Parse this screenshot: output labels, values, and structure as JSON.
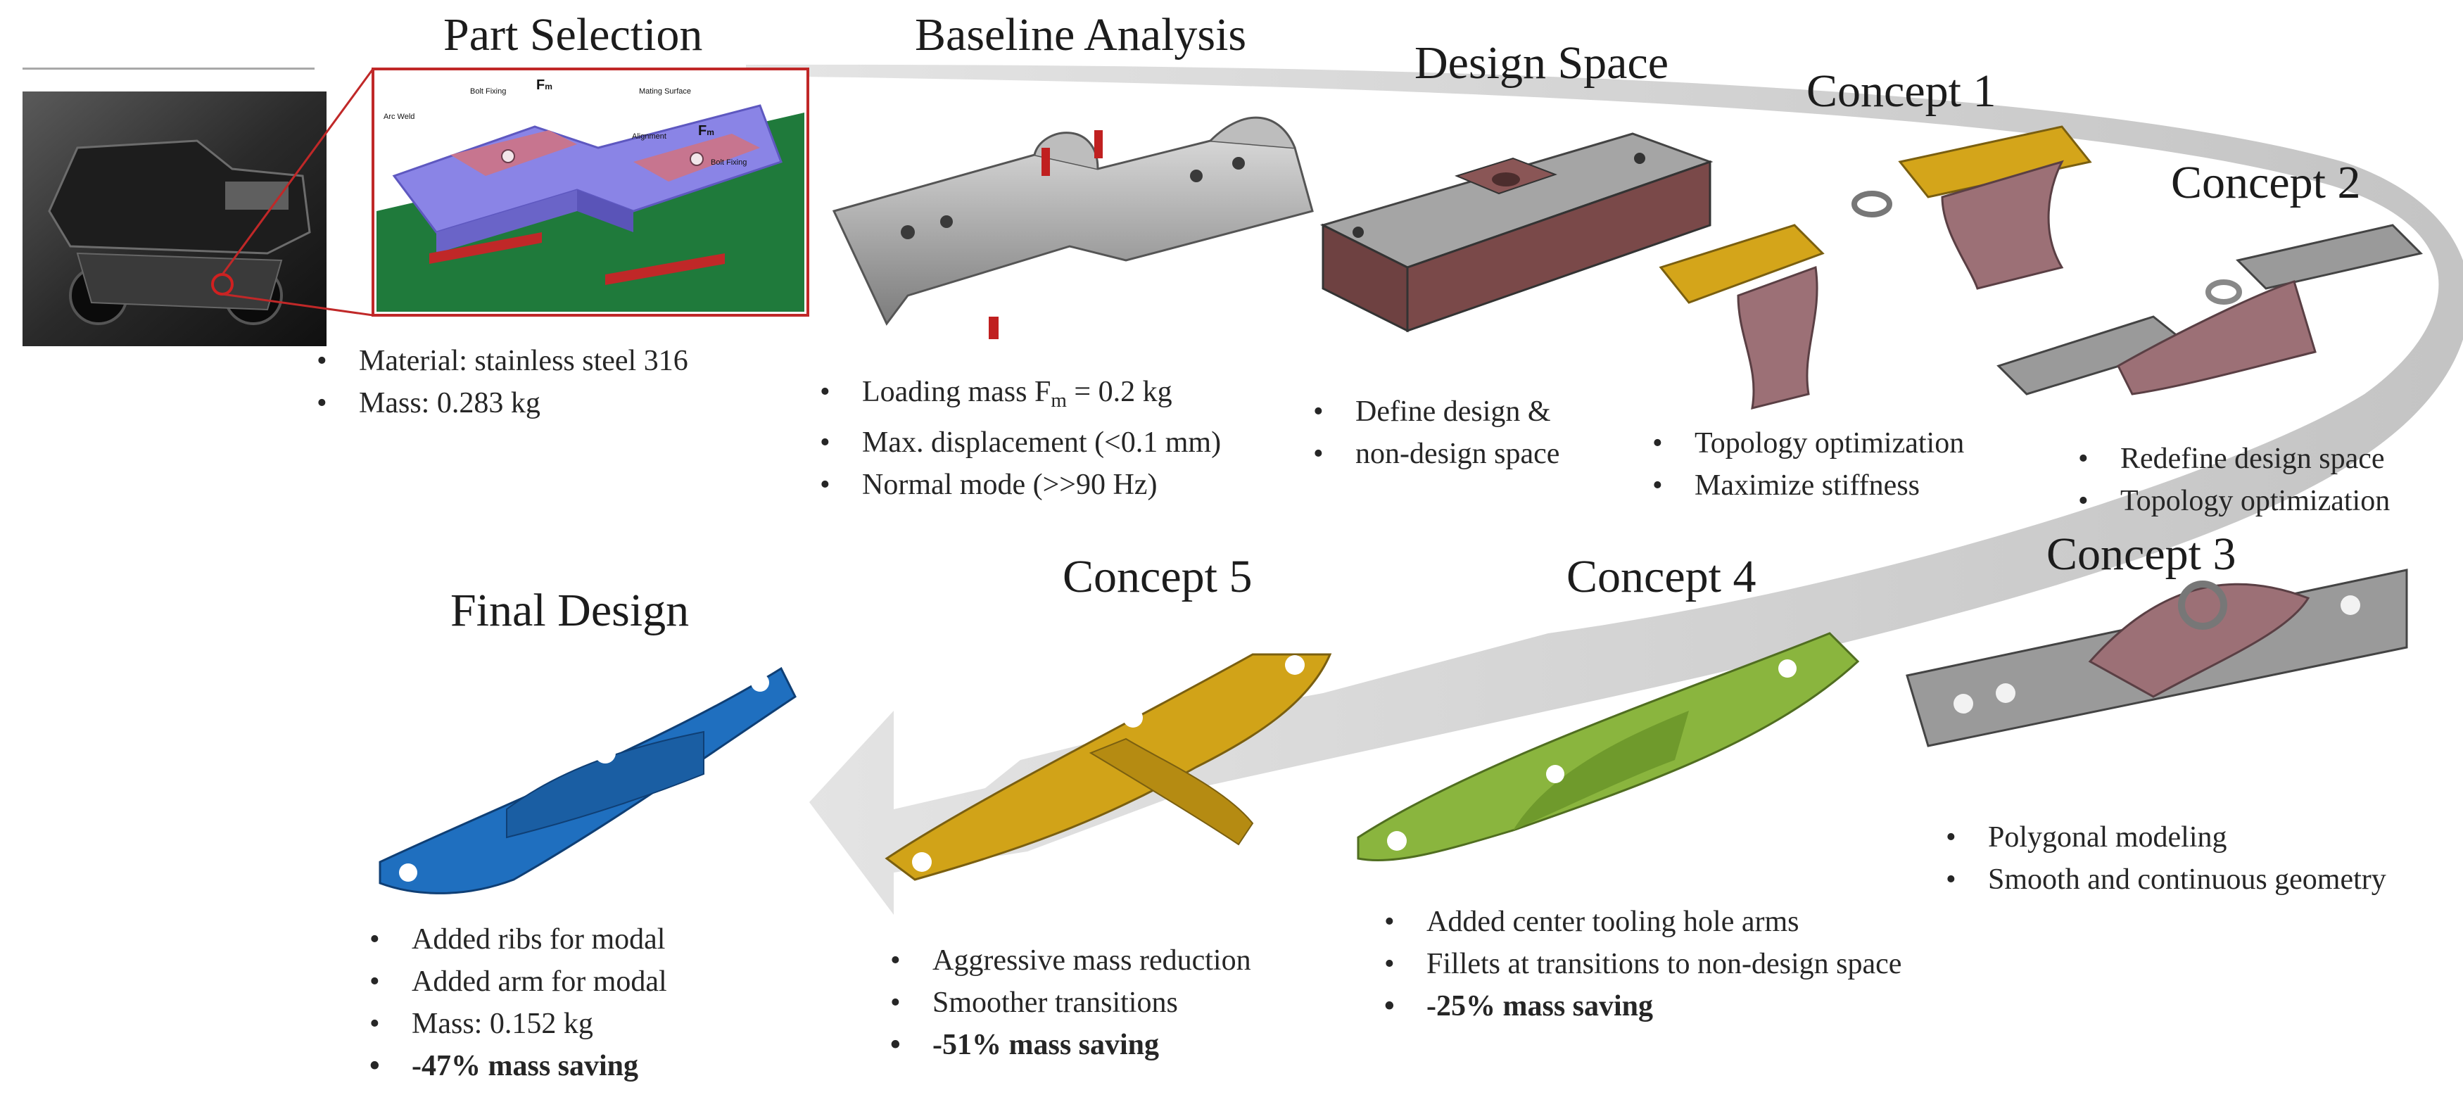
{
  "stages": {
    "part_selection": {
      "title": "Part Selection",
      "bullets": [
        "Material: stainless steel 316",
        "Mass: 0.283 kg"
      ],
      "callouts": {
        "bolt_fixing_top": "Bolt Fixing",
        "fm_top": "F",
        "fm_top_sub": "m",
        "mating_surface": "Mating Surface",
        "arc_weld": "Arc Weld",
        "alignment": "Alignment",
        "fm_right": "F",
        "fm_right_sub": "m",
        "bolt_fixing_right": "Bolt Fixing"
      }
    },
    "baseline_analysis": {
      "title": "Baseline Analysis",
      "bullet_1_prefix": "Loading mass F",
      "bullet_1_sub": "m",
      "bullet_1_suffix": " = 0.2 kg",
      "bullets": [
        "Max. displacement (<0.1 mm)",
        "Normal mode (>>90 Hz)"
      ]
    },
    "design_space": {
      "title": "Design Space",
      "bullets": [
        "Define design &",
        "non-design space"
      ]
    },
    "concept_1": {
      "title": "Concept 1",
      "bullets": [
        "Topology optimization",
        "Maximize  stiffness"
      ]
    },
    "concept_2": {
      "title": "Concept 2",
      "bullets": [
        "Redefine design space",
        "Topology optimization"
      ]
    },
    "concept_3": {
      "title": "Concept 3",
      "bullets": [
        "Polygonal modeling",
        "Smooth and continuous geometry"
      ]
    },
    "concept_4": {
      "title": "Concept 4",
      "bullets": [
        "Added center tooling hole arms",
        "Fillets at transitions to non-design space",
        "-25% mass saving"
      ]
    },
    "concept_5": {
      "title": "Concept 5",
      "bullets": [
        "Aggressive mass reduction",
        "Smoother transitions",
        "-51% mass saving"
      ]
    },
    "final_design": {
      "title": "Final Design",
      "bullets": [
        "Added ribs for modal",
        "Added arm for modal",
        "Mass: 0.152 kg",
        "-47% mass saving"
      ]
    }
  },
  "colors": {
    "flow_arrow": "#c9c9c9",
    "baseline_part": "#a4a4a4",
    "design_space_body": "#7a4949",
    "concept_1_plate": "#d4a51a",
    "concept_organic": "#9c7076",
    "concept_3_plate": "#9a9a9a",
    "concept_4": "#8ab53e",
    "concept_5": "#d1a318",
    "final_design": "#1f6fbf",
    "detail_part": "#8a84e6",
    "detail_mating": "#c7758f",
    "detail_green": "#1f7a3b",
    "zoom_box": "#c02828"
  },
  "icons": [
    "truck-photo",
    "load-arrow-icon"
  ]
}
